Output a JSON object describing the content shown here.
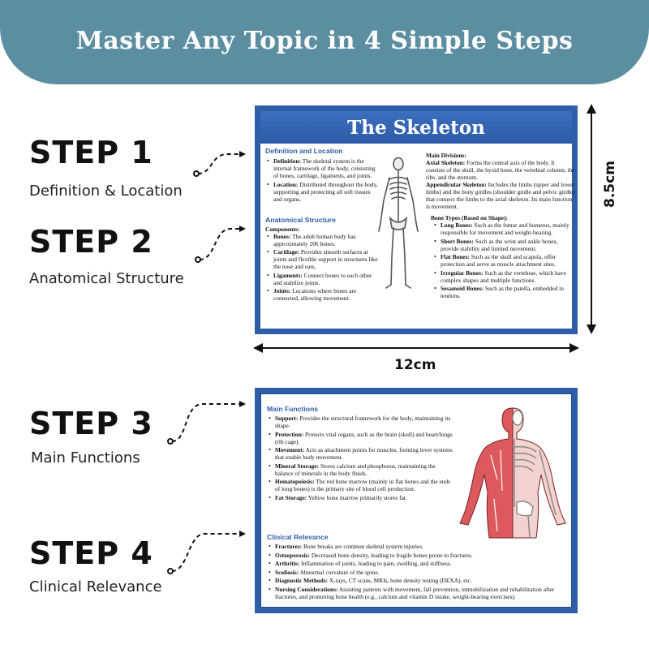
{
  "banner": {
    "title": "Master Any Topic in 4 Simple Steps",
    "color": "#5c8ea1"
  },
  "steps": [
    {
      "label": "STEP 1",
      "sub": "Definition & Location"
    },
    {
      "label": "STEP 2",
      "sub": "Anatomical Structure"
    },
    {
      "label": "STEP 3",
      "sub": "Main Functions"
    },
    {
      "label": "STEP 4",
      "sub": "Clinical Relevance"
    }
  ],
  "dimensions": {
    "height": "8.5cm",
    "width": "12cm"
  },
  "card1": {
    "title": "The Skeleton",
    "def_heading": "Definition and Location",
    "def_items": [
      {
        "term": "Definition:",
        "text": " The skeletal system is the internal framework of the body, consisting of bones, cartilage, ligaments, and joints."
      },
      {
        "term": "Location:",
        "text": " Distributed throughout the body, supporting and protecting all soft tissues and organs."
      }
    ],
    "anat_heading": "Anatomical Structure",
    "components_label": "Components:",
    "anat_items": [
      {
        "term": "Bones:",
        "text": " The adult human body has approximately 206 bones."
      },
      {
        "term": "Cartilage:",
        "text": " Provides smooth surfaces at joints and flexible support in structures like the nose and ears."
      },
      {
        "term": "Ligaments:",
        "text": " Connect bones to each other and stabilize joints."
      },
      {
        "term": "Joints:",
        "text": " Locations where bones are connected, allowing movement."
      }
    ],
    "divisions_label": "Main Divisions:",
    "axial_term": "Axial Skeleton:",
    "axial_text": " Forms the central axis of the body. It consists of the skull, the hyoid bone, the vertebral column, the ribs, and the sternum.",
    "append_term": "Appendicular Skeleton:",
    "append_text": " Includes the limbs (upper and lower limbs) and the bony girdles (shoulder girdle and pelvic girdle) that connect the limbs to the axial skeleton. Its main function is movement.",
    "bone_types_label": "Bone Types (Based on Shape):",
    "bone_types": [
      {
        "term": "Long Bones:",
        "text": " Such as the femur and humerus, mainly responsible for movement and weight-bearing."
      },
      {
        "term": "Short Bones:",
        "text": " Such as the wrist and ankle bones, provide stability and limited movement."
      },
      {
        "term": "Flat Bones:",
        "text": " Such as the skull and scapula, offer protection and serve as muscle attachment sites."
      },
      {
        "term": "Irregular Bones:",
        "text": " Such as the vertebrae, which have complex shapes and multiple functions."
      },
      {
        "term": "Sesamoid Bones:",
        "text": " Such as the patella, embedded in tendons."
      }
    ]
  },
  "card2": {
    "func_heading": "Main Functions",
    "func_items": [
      {
        "term": "Support:",
        "text": " Provides the structural framework for the body, maintaining its shape."
      },
      {
        "term": "Protection:",
        "text": " Protects vital organs, such as the brain (skull) and heart/lungs (rib cage)."
      },
      {
        "term": "Movement:",
        "text": " Acts as attachment points for muscles, forming lever systems that enable body movement."
      },
      {
        "term": "Mineral Storage:",
        "text": " Stores calcium and phosphorus, maintaining the balance of minerals in the body fluids."
      },
      {
        "term": "Hematopoiesis:",
        "text": " The red bone marrow (mainly in flat bones and the ends of long bones) is the primary site of blood cell production."
      },
      {
        "term": "Fat Storage:",
        "text": " Yellow bone marrow primarily stores fat."
      }
    ],
    "clin_heading": "Clinical Relevance",
    "clin_items": [
      {
        "term": "Fractures:",
        "text": " Bone breaks are common skeletal system injuries."
      },
      {
        "term": "Osteoporosis:",
        "text": " Decreased bone density, leading to fragile bones prone to fractures."
      },
      {
        "term": "Arthritis:",
        "text": " Inflammation of joints, leading to pain, swelling, and stiffness."
      },
      {
        "term": "Scoliosis:",
        "text": " Abnormal curvature of the spine."
      },
      {
        "term": "Diagnostic Methods:",
        "text": " X-rays, CT scans, MRIs, bone density testing (DEXA), etc."
      },
      {
        "term": "Nursing Considerations:",
        "text": " Assisting patients with movement, fall prevention, immobilization and rehabilitation after fractures, and promoting bone health (e.g., calcium and vitamin D intake, weight-bearing exercises)."
      }
    ]
  },
  "colors": {
    "card_border": "#2f5ea8",
    "heading_blue": "#2f5ea8",
    "muscle_red": "#d9555a"
  }
}
